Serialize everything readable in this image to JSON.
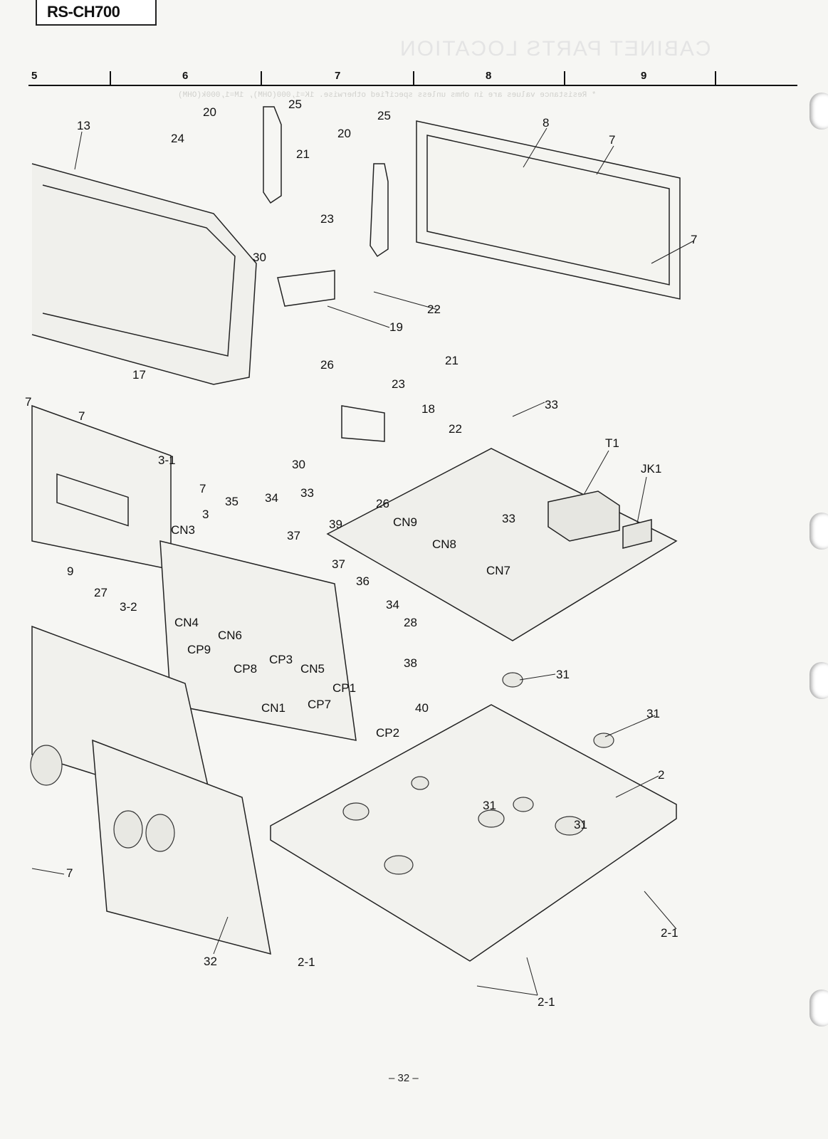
{
  "header": {
    "model": "RS-CH700"
  },
  "ruler": {
    "columns": [
      "5",
      "6",
      "7",
      "8",
      "9"
    ]
  },
  "callouts": [
    {
      "id": "c13",
      "text": "13"
    },
    {
      "id": "c24",
      "text": "24"
    },
    {
      "id": "c20a",
      "text": "20"
    },
    {
      "id": "c25a",
      "text": "25"
    },
    {
      "id": "c20b",
      "text": "20"
    },
    {
      "id": "c25b",
      "text": "25"
    },
    {
      "id": "c8",
      "text": "8"
    },
    {
      "id": "c7a",
      "text": "7"
    },
    {
      "id": "c21a",
      "text": "21"
    },
    {
      "id": "c23a",
      "text": "23"
    },
    {
      "id": "c30a",
      "text": "30"
    },
    {
      "id": "c7b",
      "text": "7"
    },
    {
      "id": "c22a",
      "text": "22"
    },
    {
      "id": "c19",
      "text": "19"
    },
    {
      "id": "c26a",
      "text": "26"
    },
    {
      "id": "c21b",
      "text": "21"
    },
    {
      "id": "c23b",
      "text": "23"
    },
    {
      "id": "c17",
      "text": "17"
    },
    {
      "id": "c7c",
      "text": "7"
    },
    {
      "id": "c7d",
      "text": "7"
    },
    {
      "id": "c18",
      "text": "18"
    },
    {
      "id": "c22b",
      "text": "22"
    },
    {
      "id": "c33a",
      "text": "33"
    },
    {
      "id": "c31",
      "text": "3-1"
    },
    {
      "id": "c30b",
      "text": "30"
    },
    {
      "id": "cT1",
      "text": "T1"
    },
    {
      "id": "cJK1",
      "text": "JK1"
    },
    {
      "id": "c7e",
      "text": "7"
    },
    {
      "id": "c33b",
      "text": "33"
    },
    {
      "id": "c26b",
      "text": "26"
    },
    {
      "id": "c34a",
      "text": "34"
    },
    {
      "id": "c35",
      "text": "35"
    },
    {
      "id": "c3",
      "text": "3"
    },
    {
      "id": "cCN3",
      "text": "CN3"
    },
    {
      "id": "cCN9",
      "text": "CN9"
    },
    {
      "id": "c39",
      "text": "39"
    },
    {
      "id": "c37a",
      "text": "37"
    },
    {
      "id": "cCN8",
      "text": "CN8"
    },
    {
      "id": "c33c",
      "text": "33"
    },
    {
      "id": "c9",
      "text": "9"
    },
    {
      "id": "c37b",
      "text": "37"
    },
    {
      "id": "c27",
      "text": "27"
    },
    {
      "id": "c32",
      "text": "3-2"
    },
    {
      "id": "cCN7",
      "text": "CN7"
    },
    {
      "id": "c36",
      "text": "36"
    },
    {
      "id": "c34b",
      "text": "34"
    },
    {
      "id": "cCN4",
      "text": "CN4"
    },
    {
      "id": "c28",
      "text": "28"
    },
    {
      "id": "cCN6",
      "text": "CN6"
    },
    {
      "id": "cCP9",
      "text": "CP9"
    },
    {
      "id": "cCP8",
      "text": "CP8"
    },
    {
      "id": "cCP3",
      "text": "CP3"
    },
    {
      "id": "cCN5",
      "text": "CN5"
    },
    {
      "id": "c38",
      "text": "38"
    },
    {
      "id": "c31a",
      "text": "31"
    },
    {
      "id": "cCP1",
      "text": "CP1"
    },
    {
      "id": "cCP7",
      "text": "CP7"
    },
    {
      "id": "cCN1",
      "text": "CN1"
    },
    {
      "id": "c40",
      "text": "40"
    },
    {
      "id": "c31b",
      "text": "31"
    },
    {
      "id": "cCP2",
      "text": "CP2"
    },
    {
      "id": "c2",
      "text": "2"
    },
    {
      "id": "c31c",
      "text": "31"
    },
    {
      "id": "c31d",
      "text": "31"
    },
    {
      "id": "c7f",
      "text": "7"
    },
    {
      "id": "c21c",
      "text": "2-1"
    },
    {
      "id": "c32b",
      "text": "32"
    },
    {
      "id": "c21d",
      "text": "2-1"
    },
    {
      "id": "c21e",
      "text": "2-1"
    }
  ],
  "footer": {
    "page": "– 32 –"
  },
  "show_through": {
    "title": "CABINET PARTS LOCATION",
    "note1": "* Resistance values are in ohms unless specified otherwise. 1K=1,000(OHM), 1M=1,000k(OHM)"
  }
}
